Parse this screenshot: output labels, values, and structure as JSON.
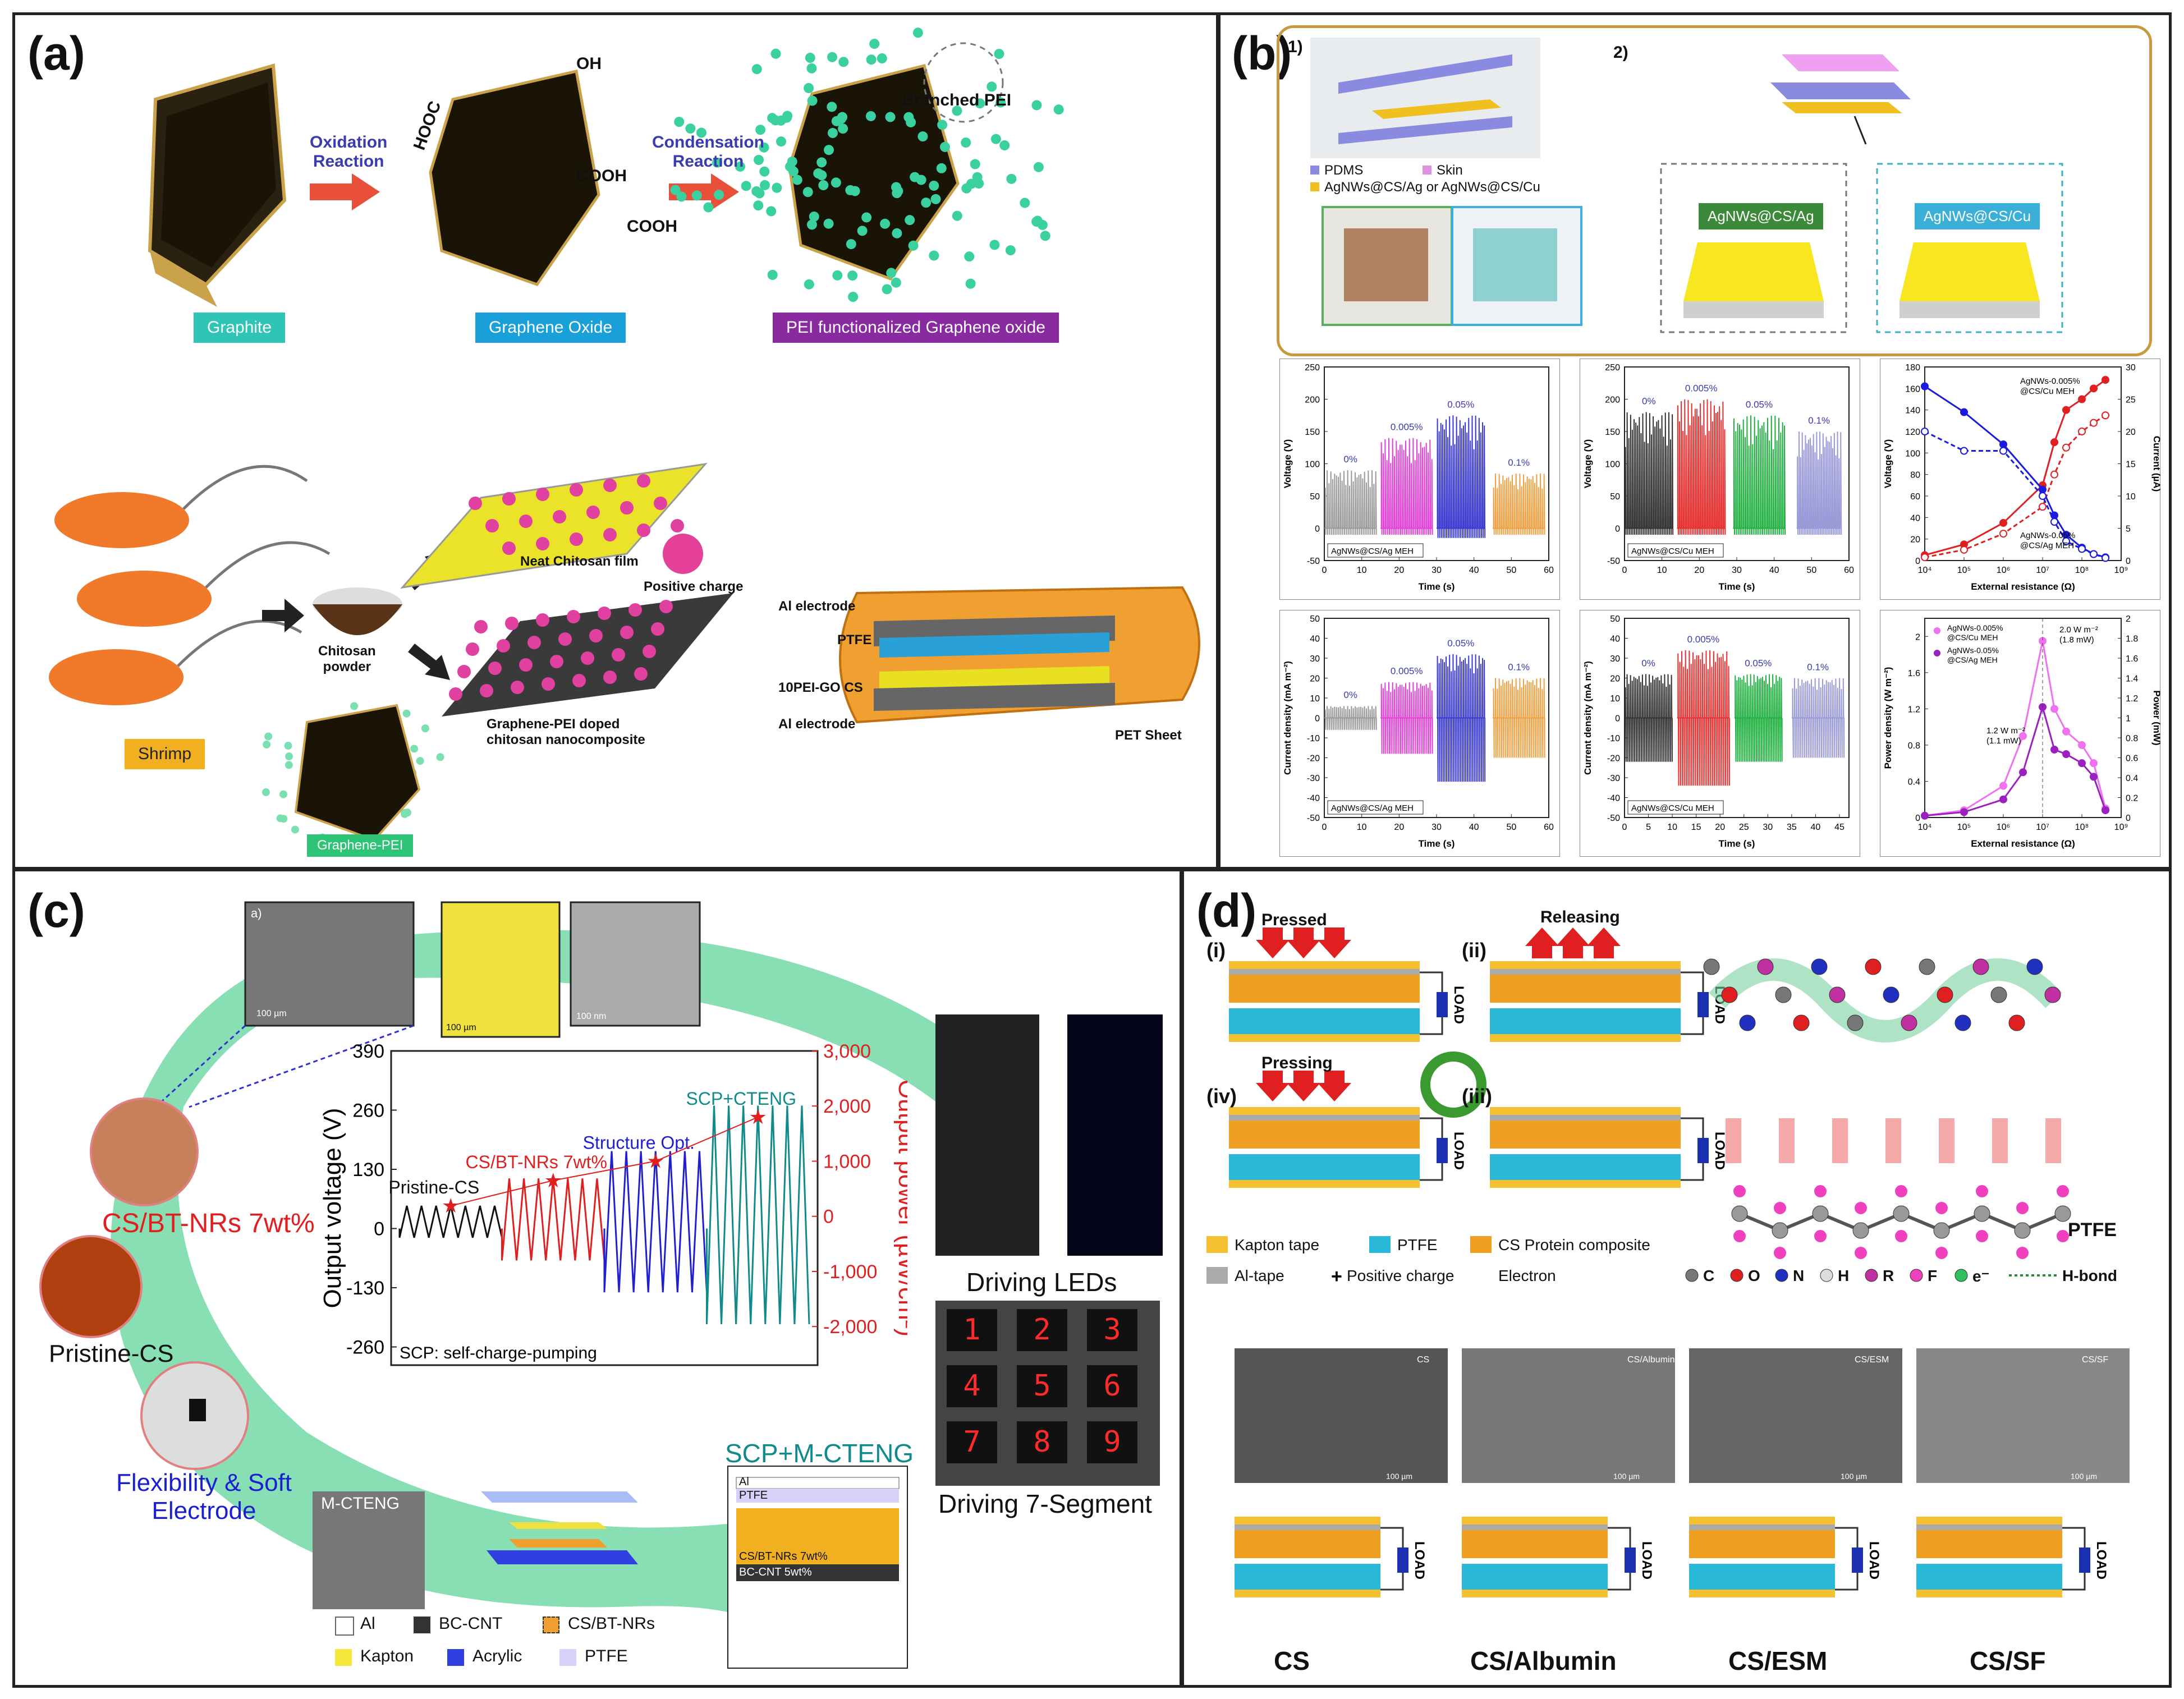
{
  "panels": {
    "a": {
      "label": "(a)",
      "step1": "Oxidation\nReaction",
      "step2": "Condensation\nReaction",
      "graphite": "Graphite",
      "graphene_oxide": "Graphene Oxide",
      "pei_go": "PEI functionalized Graphene oxide",
      "branched_pei": "Branched PEI",
      "cooh1": "COOH",
      "cooh2": "COOH",
      "cooh3": "HOOC",
      "oh": "OH",
      "shrimp": "Shrimp",
      "chitosan_powder": "Chitosan\npowder",
      "neat_film": "Neat Chitosan film",
      "positive_charge": "Positive charge",
      "doped": "Graphene-PEI doped\nchitosan nanocomposite",
      "graphene_pei": "Graphene-PEI",
      "al_electrode_top": "Al electrode",
      "ptfe": "PTFE",
      "pei_go_cs": "10PEI-GO CS",
      "al_electrode_bottom": "Al electrode",
      "pet_sheet": "PET Sheet"
    },
    "b": {
      "label": "(b)",
      "sub1": "1)",
      "sub2": "2)",
      "legend": [
        "PDMS",
        "Skin",
        "AgNWs@CS/Ag or AgNWs@CS/Cu"
      ],
      "box_ag": "AgNWs@CS/Ag",
      "box_cu": "AgNWs@CS/Cu"
    },
    "c": {
      "label": "(c)",
      "inset_a": "a)",
      "scale1": "100 µm",
      "scale2": "100 µm",
      "scale3": "100 nm",
      "cs_bt": "CS/BT-NRs 7wt%",
      "pristine": "Pristine-CS",
      "flex": "Flexibility & Soft\nElectrode",
      "driving_leds": "Driving LEDs",
      "driving_7seg": "Driving 7-Segment",
      "scp_m": "SCP+M-CTENG",
      "mcteng": "M-CTENG",
      "legend": [
        "Al",
        "BC-CNT",
        "CS/BT-NRs",
        "Kapton",
        "Acrylic",
        "PTFE"
      ],
      "stack": [
        "Al",
        "PTFE",
        "CS/BT-NRs 7wt%",
        "BC-CNT 5wt%"
      ],
      "seg_digits": [
        "1",
        "4",
        "7",
        "2",
        "5",
        "8",
        "3",
        "6",
        "9"
      ]
    },
    "d": {
      "label": "(d)",
      "steps": [
        "(i)",
        "(ii)",
        "(iv)",
        "(iii)"
      ],
      "pressed": "Pressed",
      "releasing": "Releasing",
      "pressing": "Pressing",
      "load": "LOAD",
      "legend1": [
        "Kapton tape",
        "PTFE",
        "CS Protein composite"
      ],
      "legend2": [
        "Al-tape",
        "Positive charge",
        "Electron"
      ],
      "atoms": [
        "C",
        "O",
        "N",
        "H",
        "R",
        "F",
        "e⁻",
        "H-bond"
      ],
      "ptfe": "PTFE",
      "sem_labels": [
        "CS",
        "CS/Albumin",
        "CS/ESM",
        "CS/SF"
      ],
      "sem_scale": "100 µm",
      "bottom": [
        "CS",
        "CS/Albumin",
        "CS/ESM",
        "CS/SF"
      ]
    }
  },
  "chart_data": [
    {
      "type": "line",
      "id": "b-voltage-ag",
      "ylabel": "Voltage (V)",
      "xlabel": "Time (s)",
      "xlim": [
        0,
        60
      ],
      "ylim": [
        -50,
        250
      ],
      "xticks": [
        0,
        10,
        20,
        30,
        40,
        50,
        60
      ],
      "yticks": [
        -50,
        0,
        50,
        100,
        150,
        200,
        250
      ],
      "annotations": [
        "0%",
        "0.005%",
        "0.05%",
        "0.1%"
      ],
      "legend": "AgNWs@CS/Ag MEH",
      "series": [
        {
          "name": "0%",
          "color": "#9a9a9a",
          "x": [
            0,
            14
          ],
          "amp": [
            90,
            -10
          ]
        },
        {
          "name": "0.005%",
          "color": "#e43fd6",
          "x": [
            15,
            29
          ],
          "amp": [
            140,
            -10
          ]
        },
        {
          "name": "0.05%",
          "color": "#3a3ad0",
          "x": [
            30,
            43
          ],
          "amp": [
            175,
            -15
          ]
        },
        {
          "name": "0.1%",
          "color": "#f0a040",
          "x": [
            45,
            59
          ],
          "amp": [
            85,
            -10
          ]
        }
      ]
    },
    {
      "type": "line",
      "id": "b-voltage-cu",
      "ylabel": "Voltage (V)",
      "xlabel": "Time (s)",
      "xlim": [
        0,
        60
      ],
      "ylim": [
        -50,
        250
      ],
      "xticks": [
        0,
        10,
        20,
        30,
        40,
        50,
        60
      ],
      "yticks": [
        -50,
        0,
        50,
        100,
        150,
        200,
        250
      ],
      "annotations": [
        "0%",
        "0.005%",
        "0.05%",
        "0.1%"
      ],
      "legend": "AgNWs@CS/Cu MEH",
      "series": [
        {
          "name": "0%",
          "color": "#333333",
          "x": [
            0,
            13
          ],
          "amp": [
            180,
            -10
          ]
        },
        {
          "name": "0.005%",
          "color": "#e83030",
          "x": [
            14,
            27
          ],
          "amp": [
            200,
            -10
          ]
        },
        {
          "name": "0.05%",
          "color": "#20b040",
          "x": [
            29,
            43
          ],
          "amp": [
            175,
            -10
          ]
        },
        {
          "name": "0.1%",
          "color": "#9a9ad8",
          "x": [
            46,
            58
          ],
          "amp": [
            150,
            -10
          ]
        }
      ]
    },
    {
      "type": "line",
      "id": "b-resistance",
      "xlabel": "External resistance (Ω)",
      "ylabel": "Voltage (V)",
      "y2label": "Current (µA)",
      "xlog": true,
      "xlim": [
        4,
        9
      ],
      "ylim": [
        0,
        180
      ],
      "y2lim": [
        0,
        30
      ],
      "xticks": [
        "10⁴",
        "10⁵",
        "10⁶",
        "10⁷",
        "10⁸",
        "10⁹"
      ],
      "yticks": [
        0,
        20,
        40,
        60,
        80,
        100,
        120,
        140,
        160,
        180
      ],
      "y2ticks": [
        0,
        5,
        10,
        15,
        20,
        25,
        30
      ],
      "annotations": [
        "AgNWs-0.005%\n@CS/Cu MEH",
        "AgNWs-0.05%\n@CS/Ag MEH"
      ],
      "series": [
        {
          "name": "V Cu",
          "color": "#e02020",
          "axis": "y",
          "style": "filled",
          "x": [
            4,
            5,
            6,
            7,
            7.3,
            7.6,
            8,
            8.3,
            8.6
          ],
          "y": [
            5,
            15,
            35,
            70,
            110,
            140,
            150,
            160,
            168
          ]
        },
        {
          "name": "V Ag",
          "color": "#e02020",
          "axis": "y",
          "style": "open",
          "x": [
            4,
            5,
            6,
            7,
            7.3,
            7.6,
            8,
            8.3,
            8.6
          ],
          "y": [
            3,
            10,
            25,
            50,
            80,
            105,
            120,
            128,
            135
          ]
        },
        {
          "name": "I Cu",
          "color": "#1a1ae0",
          "axis": "y2",
          "style": "filled",
          "x": [
            4,
            5,
            6,
            7,
            7.3,
            7.6,
            8,
            8.3,
            8.6
          ],
          "y": [
            27,
            23,
            18,
            11,
            7,
            4,
            2,
            1,
            0.5
          ]
        },
        {
          "name": "I Ag",
          "color": "#1a1ae0",
          "axis": "y2",
          "style": "open",
          "x": [
            4,
            5,
            6,
            7,
            7.3,
            7.6,
            8,
            8.3,
            8.6
          ],
          "y": [
            20,
            17,
            17,
            10,
            6,
            3,
            1.8,
            1,
            0.4
          ]
        }
      ]
    },
    {
      "type": "line",
      "id": "b-current-ag",
      "ylabel": "Current density (mA m⁻²)",
      "xlabel": "Time (s)",
      "xlim": [
        0,
        60
      ],
      "ylim": [
        -50,
        50
      ],
      "xticks": [
        0,
        10,
        20,
        30,
        40,
        50,
        60
      ],
      "yticks": [
        -50,
        -40,
        -30,
        -20,
        -10,
        0,
        10,
        20,
        30,
        40,
        50
      ],
      "annotations": [
        "0%",
        "0.005%",
        "0.05%",
        "0.1%"
      ],
      "legend": "AgNWs@CS/Ag MEH",
      "series": [
        {
          "name": "0%",
          "color": "#9a9a9a",
          "x": [
            0,
            14
          ],
          "amp": [
            6,
            -6
          ]
        },
        {
          "name": "0.005%",
          "color": "#e43fd6",
          "x": [
            15,
            29
          ],
          "amp": [
            18,
            -18
          ]
        },
        {
          "name": "0.05%",
          "color": "#3a3ad0",
          "x": [
            30,
            43
          ],
          "amp": [
            32,
            -32
          ]
        },
        {
          "name": "0.1%",
          "color": "#f0a040",
          "x": [
            45,
            59
          ],
          "amp": [
            20,
            -20
          ]
        }
      ]
    },
    {
      "type": "line",
      "id": "b-current-cu",
      "ylabel": "Current density (mA m⁻²)",
      "xlabel": "Time (s)",
      "xlim": [
        0,
        47
      ],
      "ylim": [
        -50,
        50
      ],
      "xticks": [
        0,
        5,
        10,
        15,
        20,
        25,
        30,
        35,
        40,
        45
      ],
      "yticks": [
        -50,
        -40,
        -30,
        -20,
        -10,
        0,
        10,
        20,
        30,
        40,
        50
      ],
      "annotations": [
        "0%",
        "0.005%",
        "0.05%",
        "0.1%"
      ],
      "legend": "AgNWs@CS/Cu MEH",
      "series": [
        {
          "name": "0%",
          "color": "#333333",
          "x": [
            0,
            10
          ],
          "amp": [
            22,
            -22
          ]
        },
        {
          "name": "0.005%",
          "color": "#e83030",
          "x": [
            11,
            22
          ],
          "amp": [
            34,
            -34
          ]
        },
        {
          "name": "0.05%",
          "color": "#20b040",
          "x": [
            23,
            33
          ],
          "amp": [
            22,
            -22
          ]
        },
        {
          "name": "0.1%",
          "color": "#9a9ad8",
          "x": [
            35,
            46
          ],
          "amp": [
            20,
            -20
          ]
        }
      ]
    },
    {
      "type": "line",
      "id": "b-power",
      "xlabel": "External resistance (Ω)",
      "ylabel": "Power density (W m⁻²)",
      "y2label": "Power (mW)",
      "xlog": true,
      "xlim": [
        4,
        9
      ],
      "ylim": [
        0,
        2.2
      ],
      "y2lim": [
        0,
        2.0
      ],
      "xticks": [
        "10⁴",
        "10⁵",
        "10⁶",
        "10⁷",
        "10⁸",
        "10⁹"
      ],
      "yticks": [
        0,
        0.4,
        0.8,
        1.2,
        1.6,
        2.0
      ],
      "y2ticks": [
        0,
        0.2,
        0.4,
        0.6,
        0.8,
        1.0,
        1.2,
        1.4,
        1.6,
        1.8,
        2.0
      ],
      "legend": [
        "AgNWs-0.005%\n@CS/Cu MEH",
        "AgNWs-0.05%\n@CS/Ag MEH"
      ],
      "annotations": [
        "2.0 W m⁻²\n(1.8 mW)",
        "1.2 W m⁻²\n(1.1 mW)"
      ],
      "series": [
        {
          "name": "AgNWs-0.005% @CS/Cu MEH",
          "color": "#f070f0",
          "x": [
            4,
            5,
            6,
            6.5,
            7,
            7.3,
            7.6,
            8,
            8.3,
            8.6
          ],
          "y": [
            0.02,
            0.08,
            0.35,
            0.9,
            1.95,
            1.2,
            0.95,
            0.8,
            0.6,
            0.1
          ]
        },
        {
          "name": "AgNWs-0.05% @CS/Ag MEH",
          "color": "#9a20c0",
          "x": [
            4,
            5,
            6,
            6.5,
            7,
            7.3,
            7.6,
            8,
            8.3,
            8.6
          ],
          "y": [
            0.02,
            0.06,
            0.2,
            0.5,
            1.22,
            0.75,
            0.7,
            0.6,
            0.45,
            0.08
          ]
        }
      ]
    },
    {
      "type": "line",
      "id": "c-output",
      "ylabel": "Output voltage (V)",
      "y2label": "Output power (µW/cm²)",
      "yticks": [
        -260,
        -130,
        0,
        130,
        260,
        390
      ],
      "y2ticks": [
        "-2,000",
        "-1,000",
        "0",
        "1,000",
        "2,000",
        "3,000"
      ],
      "ylim": [
        -300,
        390
      ],
      "y2lim": [
        -2700,
        3000
      ],
      "annotations": [
        "Pristine-CS",
        "CS/BT-NRs 7wt%",
        "Structure Opt.",
        "SCP+CTENG"
      ],
      "footnote": "SCP: self-charge-pumping",
      "power_points": [
        190,
        650,
        1000,
        1800
      ],
      "series": [
        {
          "name": "Pristine-CS",
          "color": "#111111",
          "amp": [
            50,
            -20
          ],
          "cycles": 7
        },
        {
          "name": "CS/BT-NRs 7wt%",
          "color": "#e02020",
          "amp": [
            110,
            -70
          ],
          "cycles": 7
        },
        {
          "name": "Structure Opt.",
          "color": "#2020d0",
          "amp": [
            170,
            -140
          ],
          "cycles": 7
        },
        {
          "name": "SCP+CTENG",
          "color": "#108a8a",
          "amp": [
            270,
            -210
          ],
          "cycles": 7
        }
      ]
    }
  ]
}
